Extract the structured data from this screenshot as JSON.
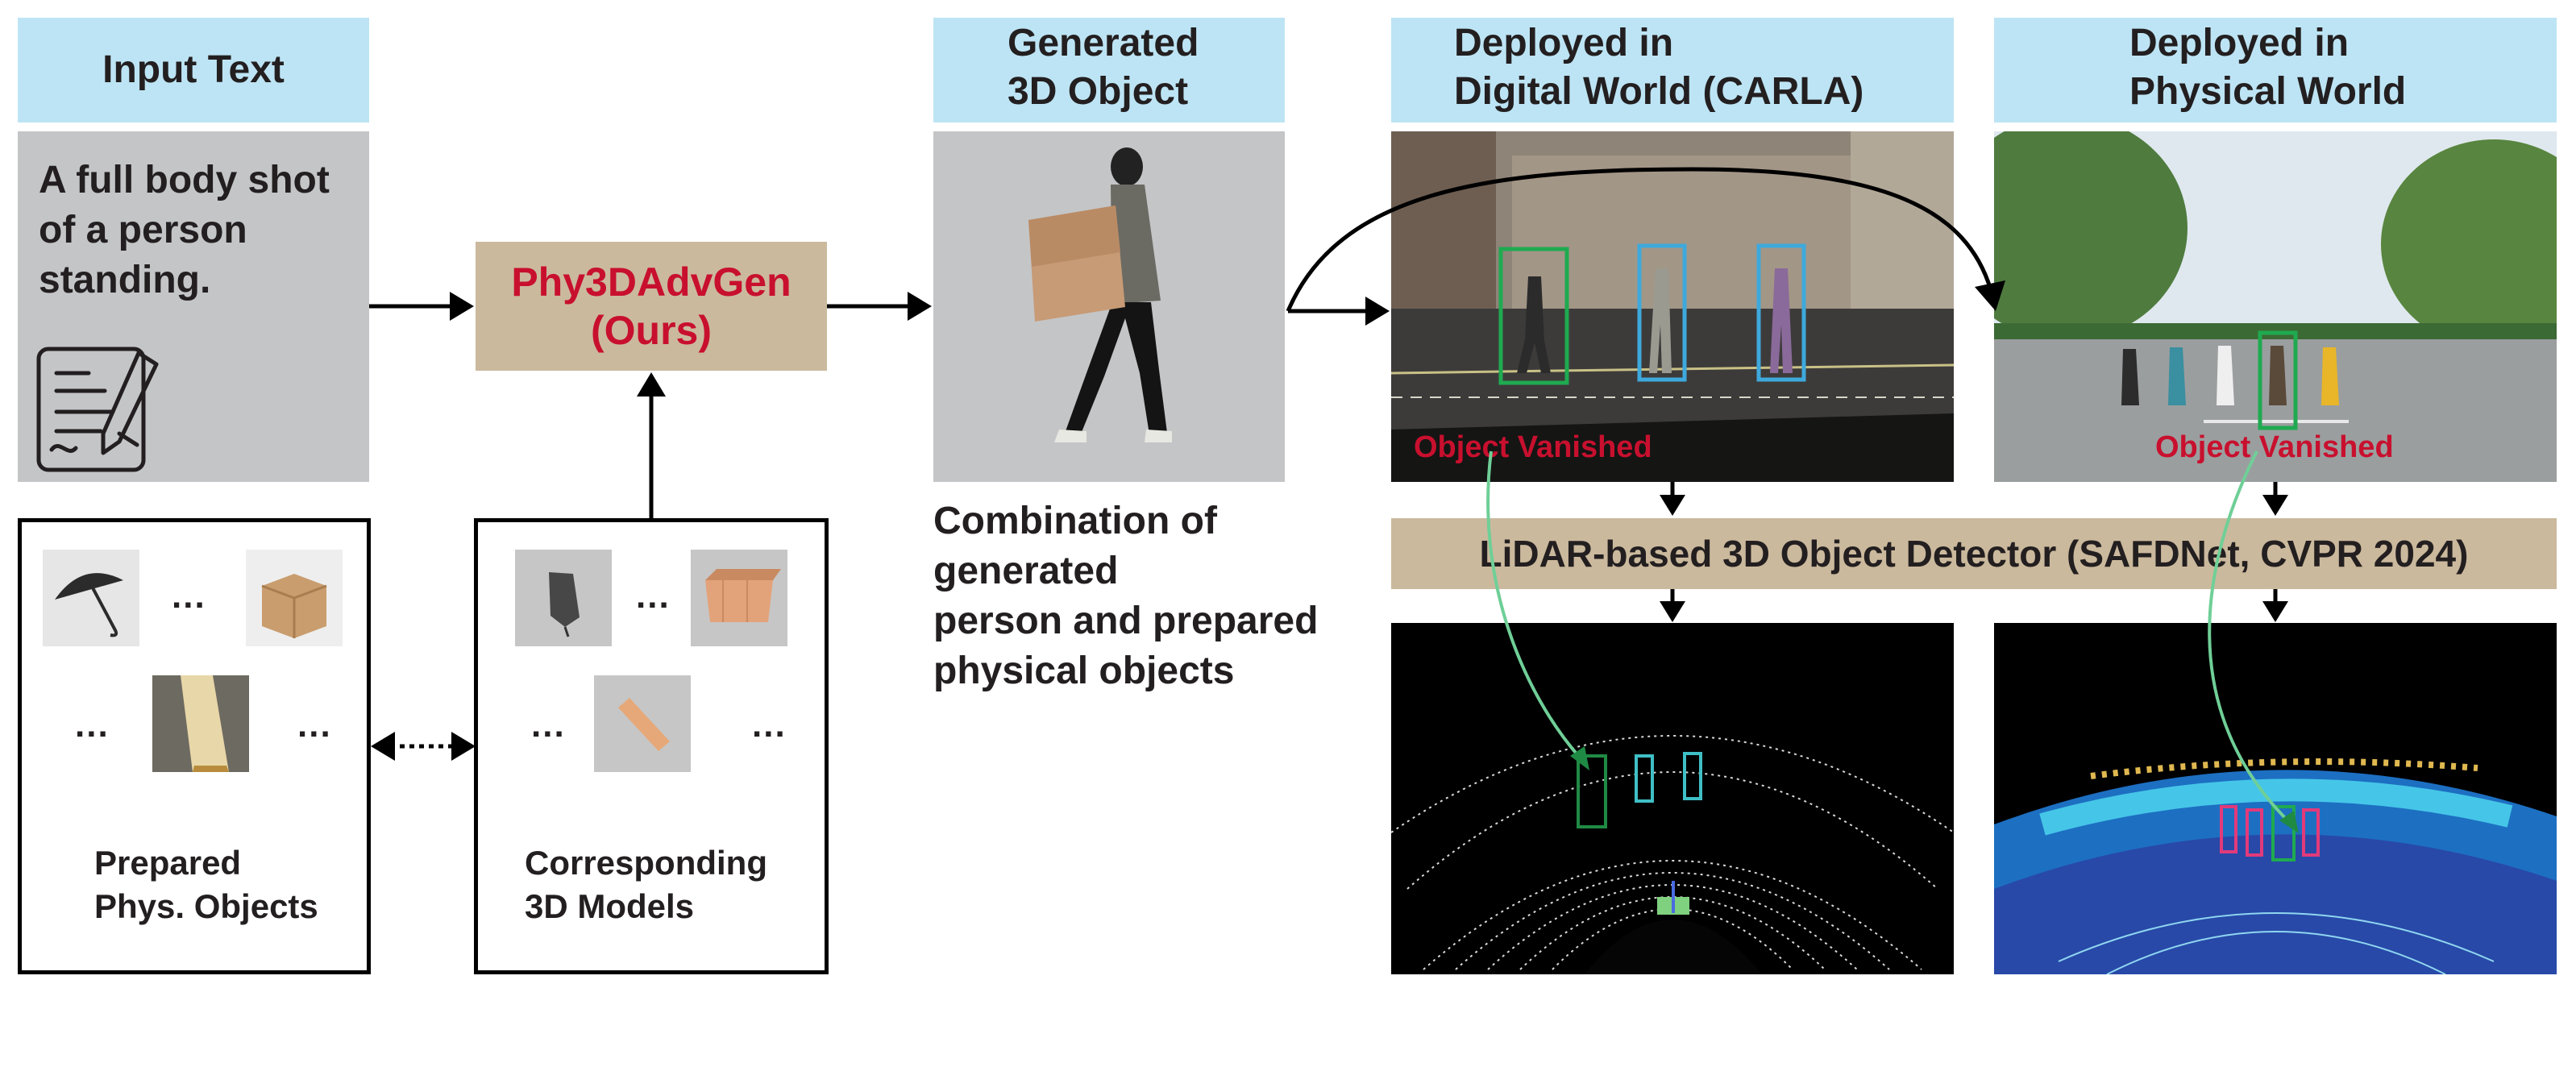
{
  "input_text": {
    "header": "Input Text",
    "prompt": "A full body shot of a person standing."
  },
  "generator": {
    "name": "Phy3DAdvGen",
    "tag": "(Ours)"
  },
  "prepared_objects": {
    "label_line1": "Prepared",
    "label_line2": "Phys. Objects",
    "ellipsis": "..."
  },
  "models": {
    "label_line1": "Corresponding",
    "label_line2": "3D Models",
    "ellipsis": "..."
  },
  "generated": {
    "header_line1": "Generated",
    "header_line2": "3D Object",
    "caption_line1": "Combination of",
    "caption_line2": "generated",
    "caption_line3": "person and prepared",
    "caption_line4": "physical objects"
  },
  "digital": {
    "header_line1": "Deployed in",
    "header_line2": "Digital World (CARLA)",
    "vanished": "Object Vanished"
  },
  "physical": {
    "header_line1": "Deployed in",
    "header_line2": "Physical World",
    "vanished": "Object Vanished"
  },
  "detector": {
    "label": "LiDAR-based 3D Object Detector (SAFDNet, CVPR 2024)"
  },
  "colors": {
    "header_bg": "#bde4f4",
    "gray_bg": "#c4c5c7",
    "tan_bg": "#cbb99d",
    "red_text": "#c8102e",
    "link_green": "#6fcf97"
  }
}
